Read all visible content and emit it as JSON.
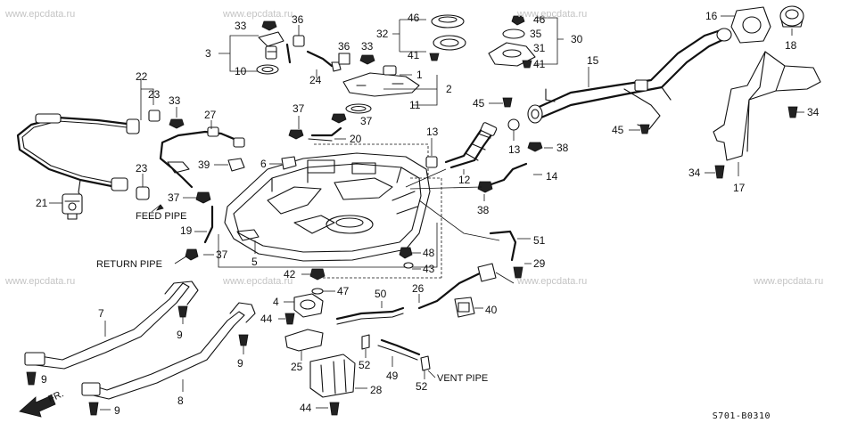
{
  "watermark": "www.epcdata.ru",
  "diagram_code": "S701-B0310",
  "captions": {
    "feed_pipe": "FEED PIPE",
    "return_pipe": "RETURN PIPE",
    "vent_pipe": "VENT PIPE",
    "front": "FR."
  },
  "callouts": {
    "c1": "1",
    "c2": "2",
    "c3": "3",
    "c4": "4",
    "c5": "5",
    "c6": "6",
    "c7": "7",
    "c8": "8",
    "c9": "9",
    "c10": "10",
    "c11": "11",
    "c12": "12",
    "c13": "13",
    "c14": "14",
    "c15": "15",
    "c16": "16",
    "c17": "17",
    "c18": "18",
    "c19": "19",
    "c20": "20",
    "c21": "21",
    "c22": "22",
    "c23": "23",
    "c24": "24",
    "c25": "25",
    "c26": "26",
    "c27": "27",
    "c28": "28",
    "c29": "29",
    "c30": "30",
    "c31": "31",
    "c32": "32",
    "c33": "33",
    "c34": "34",
    "c35": "35",
    "c36": "36",
    "c37": "37",
    "c38": "38",
    "c39": "39",
    "c40": "40",
    "c41": "41",
    "c42": "42",
    "c43": "43",
    "c44": "44",
    "c45": "45",
    "c46": "46",
    "c47": "47",
    "c48": "48",
    "c49": "49",
    "c50": "50",
    "c51": "51",
    "c52": "52"
  }
}
